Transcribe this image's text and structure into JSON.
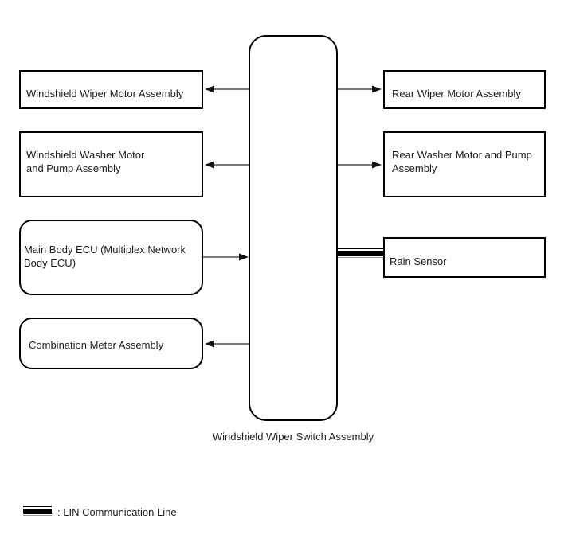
{
  "diagram": {
    "center_node": {
      "label": "Windshield Wiper Switch Assembly"
    },
    "left_nodes": {
      "windshield_wiper_motor": {
        "label": "Windshield Wiper Motor Assembly"
      },
      "windshield_washer_motor": {
        "label": "Windshield Washer Motor\nand Pump Assembly"
      },
      "main_body_ecu": {
        "label": "Main Body ECU (Multiplex Network\nBody ECU)"
      },
      "combination_meter": {
        "label": "Combination Meter Assembly"
      }
    },
    "right_nodes": {
      "rear_wiper_motor": {
        "label": "Rear Wiper Motor Assembly"
      },
      "rear_washer_motor": {
        "label": "Rear Washer Motor and Pump\nAssembly"
      },
      "rain_sensor": {
        "label": "Rain Sensor"
      }
    },
    "connections": [
      {
        "from": "Windshield Wiper Switch Assembly",
        "to": "Windshield Wiper Motor Assembly",
        "type": "arrow",
        "direction": "left"
      },
      {
        "from": "Windshield Wiper Switch Assembly",
        "to": "Windshield Washer Motor and Pump Assembly",
        "type": "arrow",
        "direction": "left"
      },
      {
        "from": "Main Body ECU (Multiplex Network Body ECU)",
        "to": "Windshield Wiper Switch Assembly",
        "type": "arrow",
        "direction": "right"
      },
      {
        "from": "Windshield Wiper Switch Assembly",
        "to": "Combination Meter Assembly",
        "type": "arrow",
        "direction": "left"
      },
      {
        "from": "Windshield Wiper Switch Assembly",
        "to": "Rear Wiper Motor Assembly",
        "type": "arrow",
        "direction": "right"
      },
      {
        "from": "Windshield Wiper Switch Assembly",
        "to": "Rear Washer Motor and Pump Assembly",
        "type": "arrow",
        "direction": "right"
      },
      {
        "from": "Windshield Wiper Switch Assembly",
        "to": "Rain Sensor",
        "type": "lin-communication-line"
      }
    ]
  },
  "legend": {
    "lin_communication": ": LIN Communication Line"
  },
  "colors": {
    "border": "#000000",
    "line": "#2b2b2b",
    "text": "#1c1c1c",
    "background": "#ffffff"
  }
}
